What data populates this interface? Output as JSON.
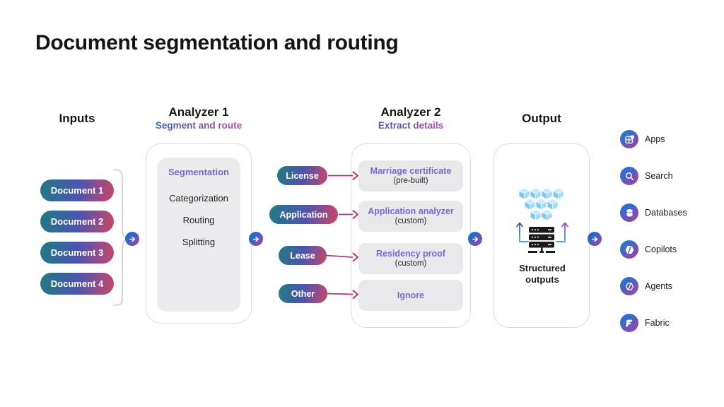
{
  "title": "Document segmentation and routing",
  "inputs": {
    "header": "Inputs",
    "documents": [
      "Document 1",
      "Document 2",
      "Document 3",
      "Document 4"
    ]
  },
  "analyzer1": {
    "header": "Analyzer 1",
    "subtitle": "Segment and route",
    "capabilities": [
      "Segmentation",
      "Categorization",
      "Routing",
      "Splitting"
    ]
  },
  "routes": {
    "labels": [
      "License",
      "Application",
      "Lease",
      "Other"
    ]
  },
  "analyzer2": {
    "header": "Analyzer 2",
    "subtitle": "Extract details",
    "items": [
      {
        "title": "Marriage certificate",
        "detail": "(pre-built)"
      },
      {
        "title": "Application analyzer",
        "detail": "(custom)"
      },
      {
        "title": "Residency proof",
        "detail": "(custom)"
      },
      {
        "title": "Ignore",
        "detail": ""
      }
    ]
  },
  "output": {
    "header": "Output",
    "caption": "Structured outputs"
  },
  "destinations": [
    {
      "label": "Apps",
      "icon": "apps-icon"
    },
    {
      "label": "Search",
      "icon": "search-icon"
    },
    {
      "label": "Databases",
      "icon": "databases-icon"
    },
    {
      "label": "Copilots",
      "icon": "copilots-icon"
    },
    {
      "label": "Agents",
      "icon": "agents-icon"
    },
    {
      "label": "Fabric",
      "icon": "fabric-icon"
    }
  ],
  "colors": {
    "pill_gradient": [
      "#1F7B82",
      "#4E54AE",
      "#CB4767"
    ],
    "subtitle_gradient": [
      "#2667C6",
      "#7A52B2",
      "#E04A8C"
    ],
    "accent_purple_text": "#7B66D2",
    "arrowhead_pink": "#C2336E",
    "flow_dot_blue": "#2A69C6",
    "cube_blue": "#9EDBF9",
    "panel_border": "#DCDCDE",
    "inner_gray": "#EBEBED"
  }
}
